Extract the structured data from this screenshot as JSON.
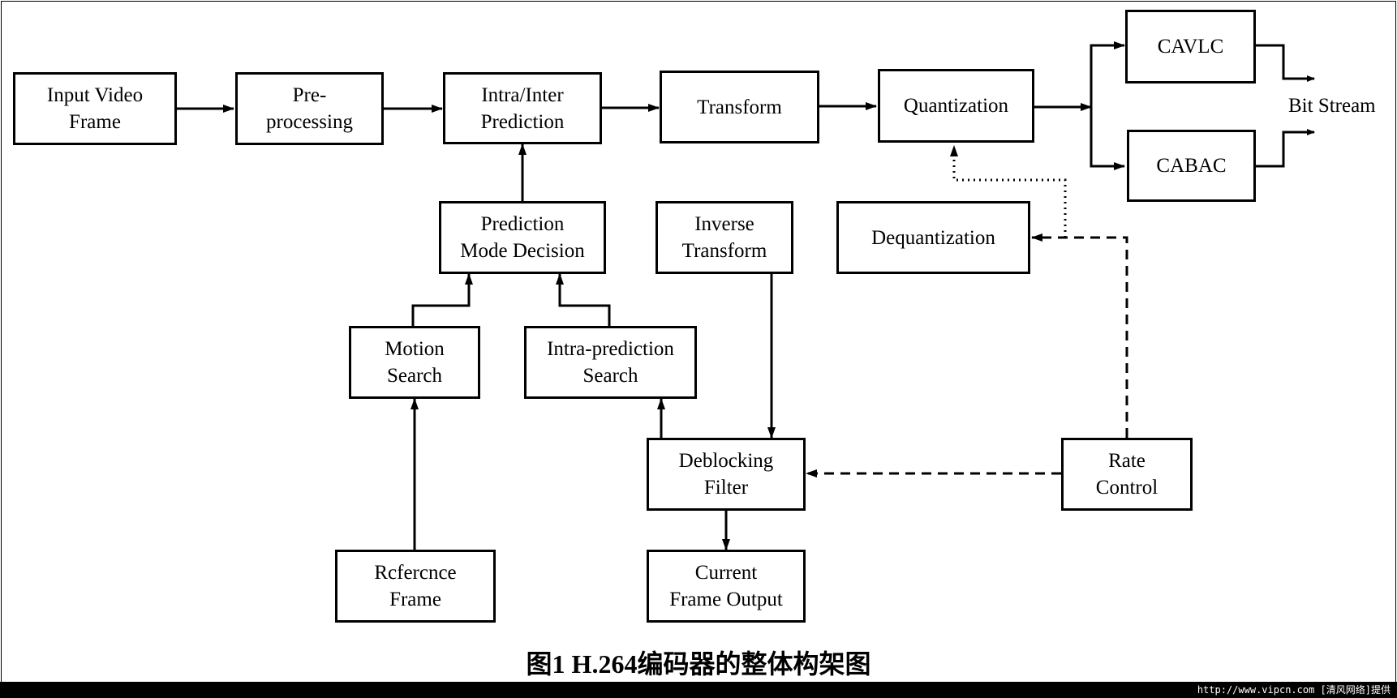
{
  "diagram": {
    "blocks": {
      "input_video_frame": "Input Video\nFrame",
      "preprocessing": "Pre-\nprocessing",
      "intra_inter_prediction": "Intra/Inter\nPrediction",
      "transform": "Transform",
      "quantization": "Quantization",
      "cavlc": "CAVLC",
      "cabac": "CABAC",
      "prediction_mode_decision": "Prediction\nMode Decision",
      "inverse_transform": "Inverse\nTransform",
      "dequantization": "Dequantization",
      "motion_search": "Motion\nSearch",
      "intra_prediction_search": "Intra-prediction\nSearch",
      "deblocking_filter": "Deblocking\nFilter",
      "rate_control": "Rate\nControl",
      "reference_frame": "Rcfercnce\nFrame",
      "current_frame_output": "Current\nFrame Output"
    },
    "bit_stream_label": "Bit Stream",
    "caption": "图1    H.264编码器的整体构架图"
  },
  "footer": {
    "watermark": "http://www.vipcn.com [清风网络]提供"
  }
}
